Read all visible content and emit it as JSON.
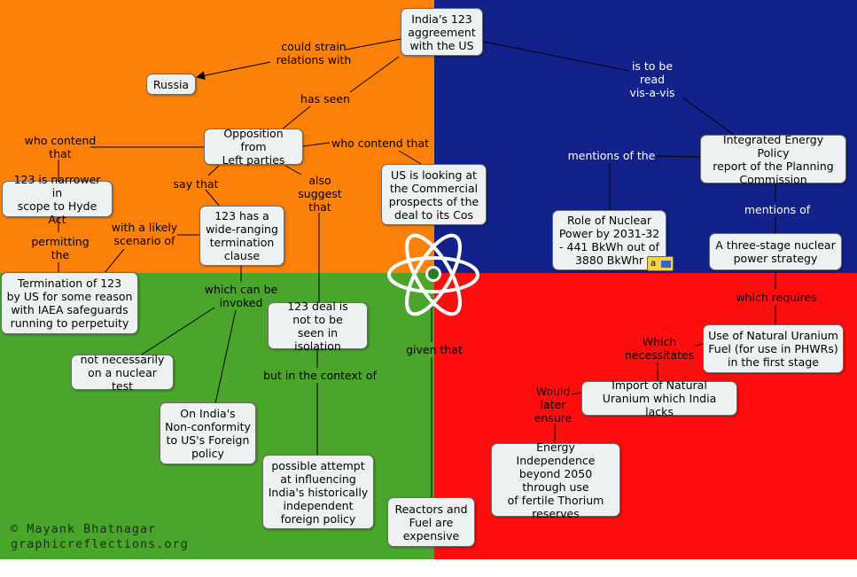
{
  "concept_map": {
    "nodes": {
      "india_123": "India's 123\naggreement\nwith the US",
      "russia": "Russia",
      "opposition": "Opposition from\nLeft parties",
      "narrower": "123 is narrower in\nscope to Hyde Act",
      "wide_ranging": "123 has a\nwide-ranging\ntermination\nclause",
      "us_commercial": "US is looking at\nthe Commercial\nprospects of the\ndeal to its Cos",
      "termination": "Termination of 123\nby US for some reason\nwith IAEA safeguards\nrunning to perpetuity",
      "not_test": "not necessarily\non a nuclear test",
      "non_conformity": "On India's\nNon-conformity\nto US's Foreign\npolicy",
      "not_isolation": "123 deal is\nnot to be\nseen in isolation",
      "influencing": "possible attempt\nat influencing\nIndia's historically\nindependent\nforeign policy",
      "reactors": "Reactors and\nFuel are\nexpensive",
      "integrated": "Integrated Energy Policy\nreport of the Planning\nCommission",
      "role_nuclear": "Role of Nuclear\nPower by 2031-32\n- 441 BkWh out of\n3880 BkWhr",
      "three_stage": "A three-stage nuclear\npower strategy",
      "natural_uranium": "Use of Natural Uranium\nFuel (for use in PHWRs)\nin the first stage",
      "import": "Import of Natural\nUranium which India lacks",
      "energy_independence": "Energy Independence\nbeyond 2050\nthrough use\nof fertile Thorium\nreserves"
    },
    "links": {
      "could_strain": "could strain\nrelations with",
      "has_seen": "has seen",
      "who_contend_left": "who contend\nthat",
      "who_contend_right": "who contend that",
      "say_that": "say that",
      "also_suggest": "also\nsuggest\nthat",
      "permitting": "permitting\nthe",
      "likely_scenario": "with a likely\nscenario of",
      "can_be_invoked": "which can be\ninvoked",
      "context_of": "but in the context of",
      "given_that": "given that",
      "read_vis": "is to be\nread\nvis-a-vis",
      "mentions_of_the": "mentions of the",
      "mentions_of": "mentions of",
      "which_requires": "which requires",
      "necessitates": "Which\nnecessitates",
      "would_ensure": "Would\nlater\nensure"
    },
    "note_icon_text": "a"
  },
  "credit": {
    "line1": "© Mayank Bhatnagar",
    "line2": "graphicreflections.org"
  },
  "colors": {
    "orange": "#fd8008",
    "blue": "#12228a",
    "green": "#49a62a",
    "red": "#fd0d0d",
    "node_fill": "#eef1f2"
  }
}
